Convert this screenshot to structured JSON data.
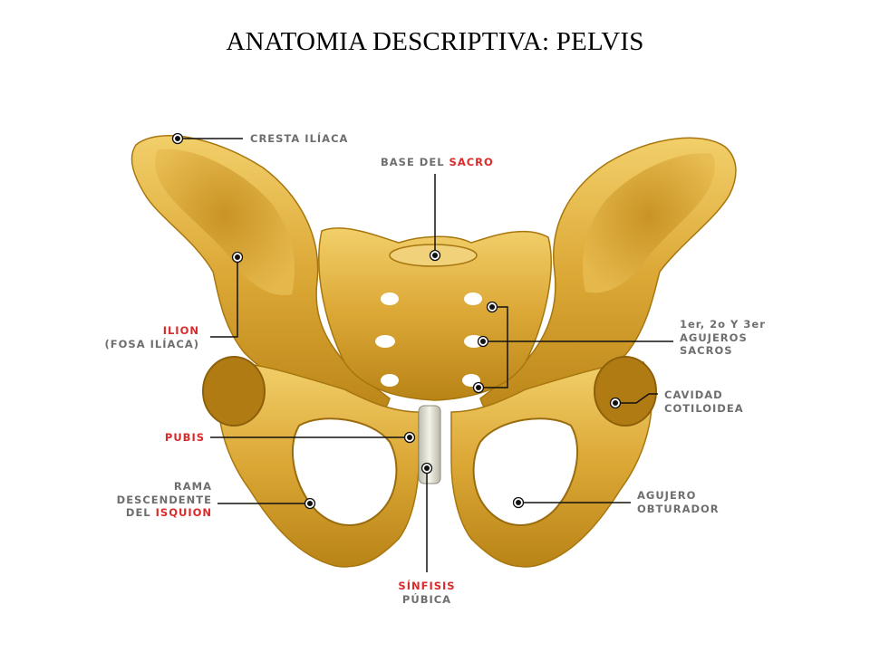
{
  "title": "ANATOMIA DESCRIPTIVA: PELVIS",
  "colors": {
    "bone": "#d9a52e",
    "label_gray": "#6e6e6e",
    "label_red": "#d92b2b"
  },
  "labels": {
    "cresta_iliaca": "CRESTA ILÍACA",
    "base_sacro_prefix": "BASE DEL ",
    "base_sacro_red": "SACRO",
    "ilion_red": "ILION",
    "ilion_sub": "(FOSA ILÍACA)",
    "agujeros_line1": "1er, 2o Y 3er",
    "agujeros_line2": "AGUJEROS",
    "agujeros_line3": "SACROS",
    "cavidad_line1": "CAVIDAD",
    "cavidad_line2": "COTILOIDEA",
    "pubis_red": "PUBIS",
    "rama_line1": "RAMA",
    "rama_line2": "DESCENDENTE",
    "rama_line3_prefix": "DEL ",
    "rama_line3_red": "ISQUION",
    "obturador_line1": "AGUJERO",
    "obturador_line2": "OBTURADOR",
    "sinfisis_red": "SÍNFISIS",
    "sinfisis_sub": "PÚBICA"
  }
}
